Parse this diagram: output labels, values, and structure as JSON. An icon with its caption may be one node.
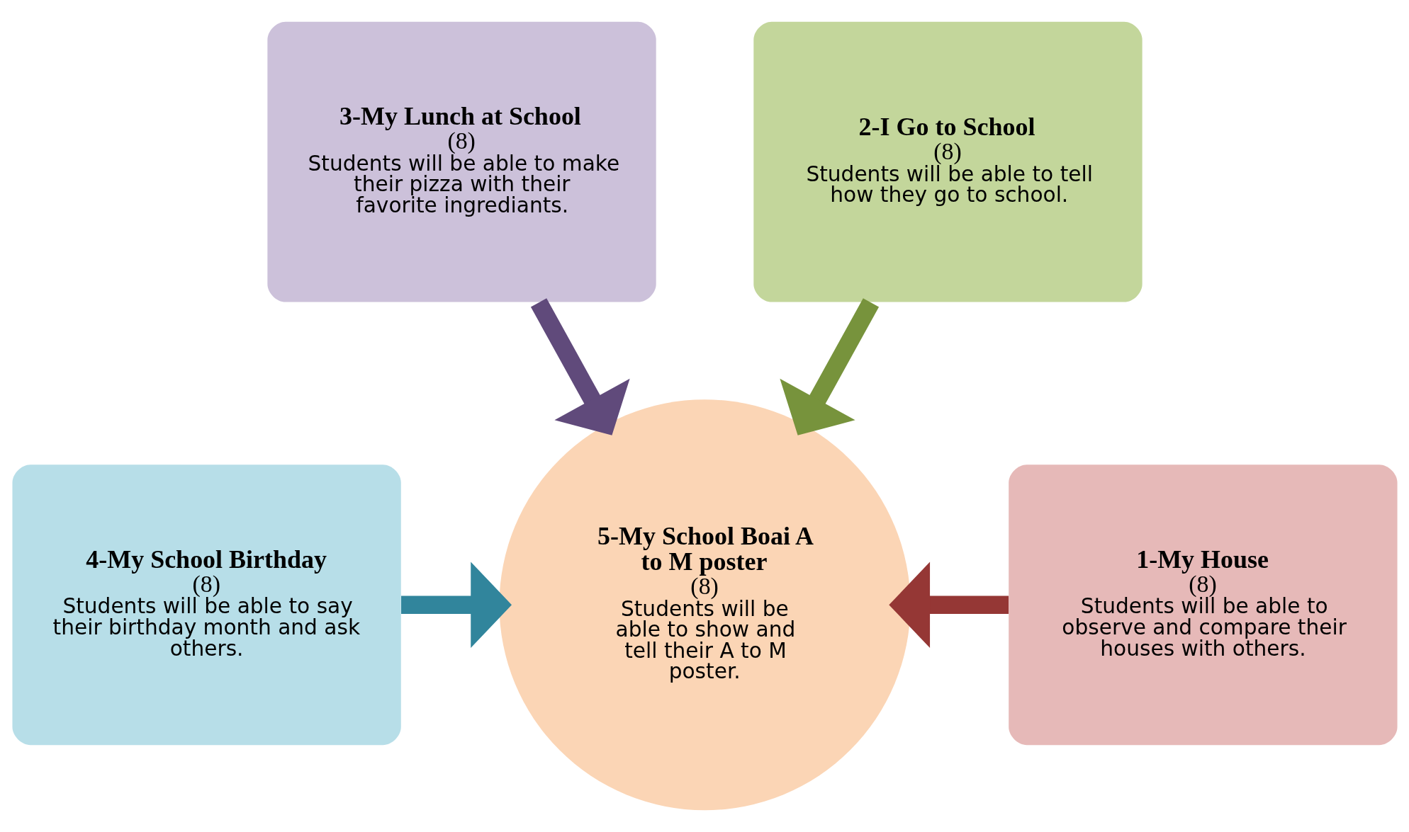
{
  "diagram": {
    "nodes": [
      {
        "text": [
          "3-My Lunch at School",
          "(8)",
          "Students will be able to make their pizza with their favorite ingrediants."
        ]
      },
      {
        "text": [
          "2-I Go to School",
          "(8)",
          "Students will be able to tell how they go to school."
        ]
      },
      {
        "text": [
          "4-My School Birthday",
          "(8)",
          "Students will be able to say their birthday month and ask others."
        ]
      },
      {
        "text": [
          "1-My House",
          "(8)",
          "Students will be able to observe and compare their houses with others."
        ]
      },
      {
        "text": [
          "5-My School Boai A to M poster",
          "(8)",
          "Students will be able to show and tell their A to M poster."
        ]
      }
    ],
    "edges": [
      {
        "from": 0,
        "to": 4,
        "arrow": "to",
        "color": "#604a7b"
      },
      {
        "from": 1,
        "to": 4,
        "arrow": "to",
        "color": "#77933c"
      },
      {
        "from": 2,
        "to": 4,
        "arrow": "to",
        "color": "#31859c"
      },
      {
        "from": 3,
        "to": 4,
        "arrow": "to",
        "color": "#953735"
      }
    ]
  }
}
